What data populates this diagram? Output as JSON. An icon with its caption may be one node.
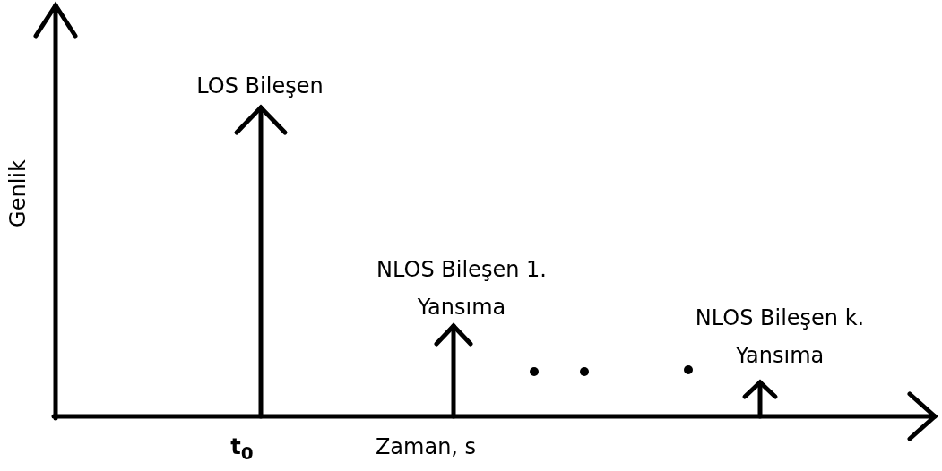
{
  "diagram": {
    "labels": [
      "Genlik",
      "LOS Bileşen",
      "NLOS Bileşen 1. Yansıma",
      "NLOS Bileşen k. Yansıma",
      "t$_{0}$",
      "Zaman, s"
    ]
  }
}
